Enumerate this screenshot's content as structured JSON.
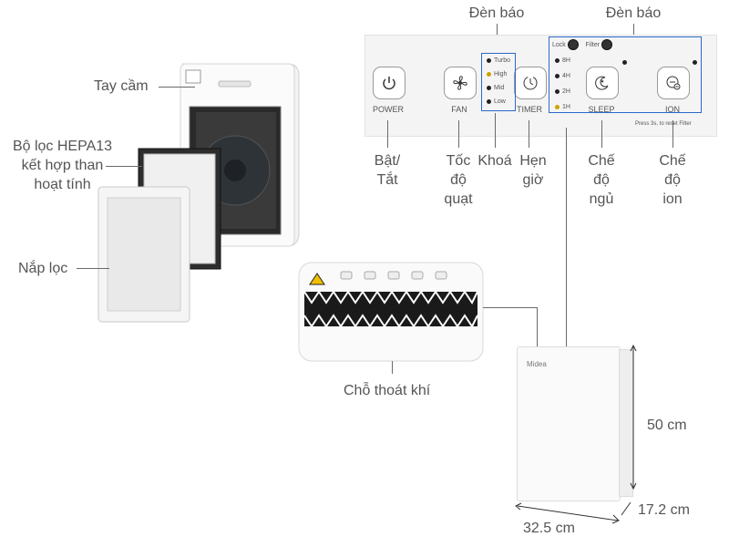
{
  "callouts": {
    "handle": "Tay cầm",
    "hepa_filter": "Bộ lọc HEPA13\nkết hợp than\nhoạt tính",
    "cover": "Nắp lọc",
    "indicator_left": "Đèn báo",
    "indicator_right": "Đèn báo",
    "power": "Bật/\nTắt",
    "fan_speed": "Tốc\nđộ\nquạt",
    "lock": "Khoá",
    "timer": "Hẹn\ngiờ",
    "sleep": "Chế\nđộ\nngủ",
    "ion": "Chế\nđộ\nion",
    "air_outlet": "Chỗ thoát khí"
  },
  "panel": {
    "buttons": {
      "power": "POWER",
      "fan": "FAN",
      "timer": "TIMER",
      "sleep": "SLEEP",
      "ion": "ION"
    },
    "fan_levels": [
      "Turbo",
      "High",
      "Mid",
      "Low"
    ],
    "timer_levels": [
      "8H",
      "4H",
      "2H",
      "1H"
    ],
    "lock_label": "Lock",
    "filter_label": "Filter",
    "reset_hint": "Press 3s, to reset Filter"
  },
  "brand": "Midea",
  "dimensions": {
    "height": "50 cm",
    "depth": "17.2 cm",
    "width": "32.5 cm"
  },
  "colors": {
    "highlight": "#2c69c9",
    "leader": "#6a6a6a",
    "indicator_on": "#c9a400"
  }
}
